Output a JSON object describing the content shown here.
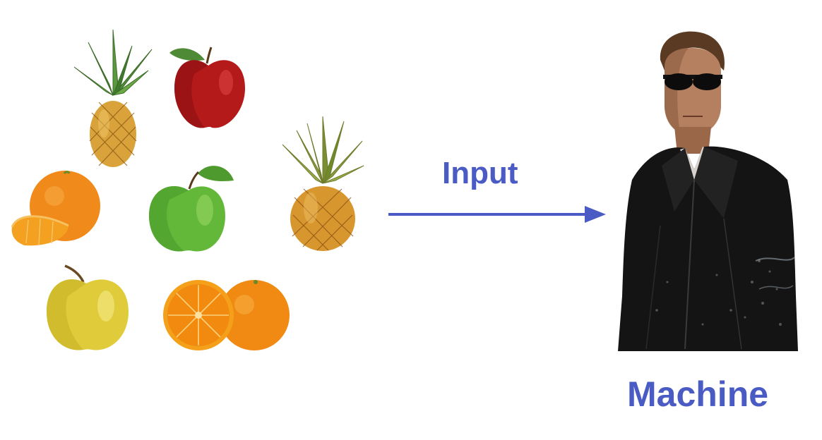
{
  "diagram": {
    "input_label": "Input",
    "machine_label": "Machine"
  },
  "colors": {
    "label_blue": "#4a5cc4",
    "arrow_blue": "#4a5cc4"
  },
  "fruits": [
    {
      "name": "pineapple"
    },
    {
      "name": "red-apple"
    },
    {
      "name": "pineapple"
    },
    {
      "name": "tangerine"
    },
    {
      "name": "green-apple"
    },
    {
      "name": "yellow-apple"
    },
    {
      "name": "orange-halved"
    }
  ],
  "machine": {
    "icon": "man-in-leather-jacket-with-sunglasses"
  }
}
